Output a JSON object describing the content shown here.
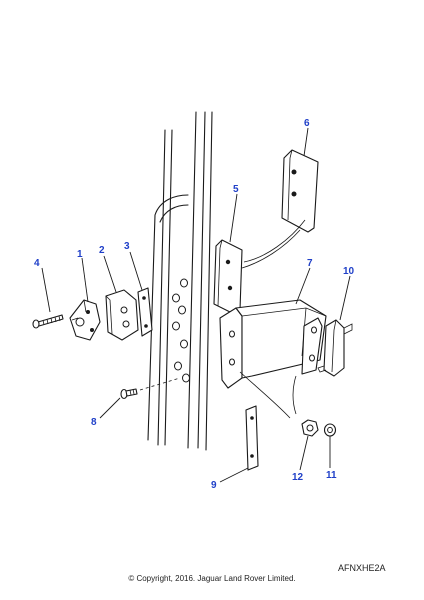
{
  "callouts": {
    "c1": "1",
    "c2": "2",
    "c3": "3",
    "c4": "4",
    "c5": "5",
    "c6": "6",
    "c7": "7",
    "c8": "8",
    "c9": "9",
    "c10": "10",
    "c11": "11",
    "c12": "12"
  },
  "reference_code": "AFNXHE2A",
  "copyright": "© Copyright, 2016. Jaguar Land Rover Limited.",
  "colors": {
    "callout": "#1f3fc8",
    "line": "#1a1a1a",
    "background": "#ffffff"
  }
}
